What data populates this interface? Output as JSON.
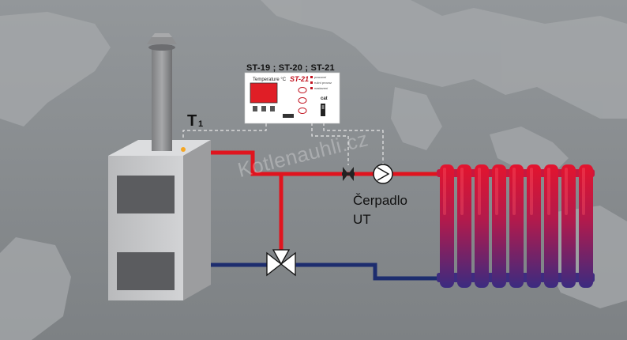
{
  "controller": {
    "model_label": "ST-19 ; ST-20 ; ST-21",
    "display_label": "Temperature °C",
    "brand": "ST-21",
    "menu": [
      "pracovní",
      "ruční provoz",
      "nastavení"
    ],
    "cat_text": "cat"
  },
  "sensor": {
    "label": "T",
    "subscript": "1"
  },
  "pump": {
    "label_line1": "Čerpadlo",
    "label_line2": "UT"
  },
  "watermark": "Kotlenauhli.cz",
  "colors": {
    "background": "#8f9396",
    "supply_pipe": "#e0141e",
    "return_pipe": "#1d2d6e",
    "boiler_body": "#bfc0c2",
    "boiler_door": "#5b5c5f",
    "signal_wire": "#e8e8e8"
  }
}
